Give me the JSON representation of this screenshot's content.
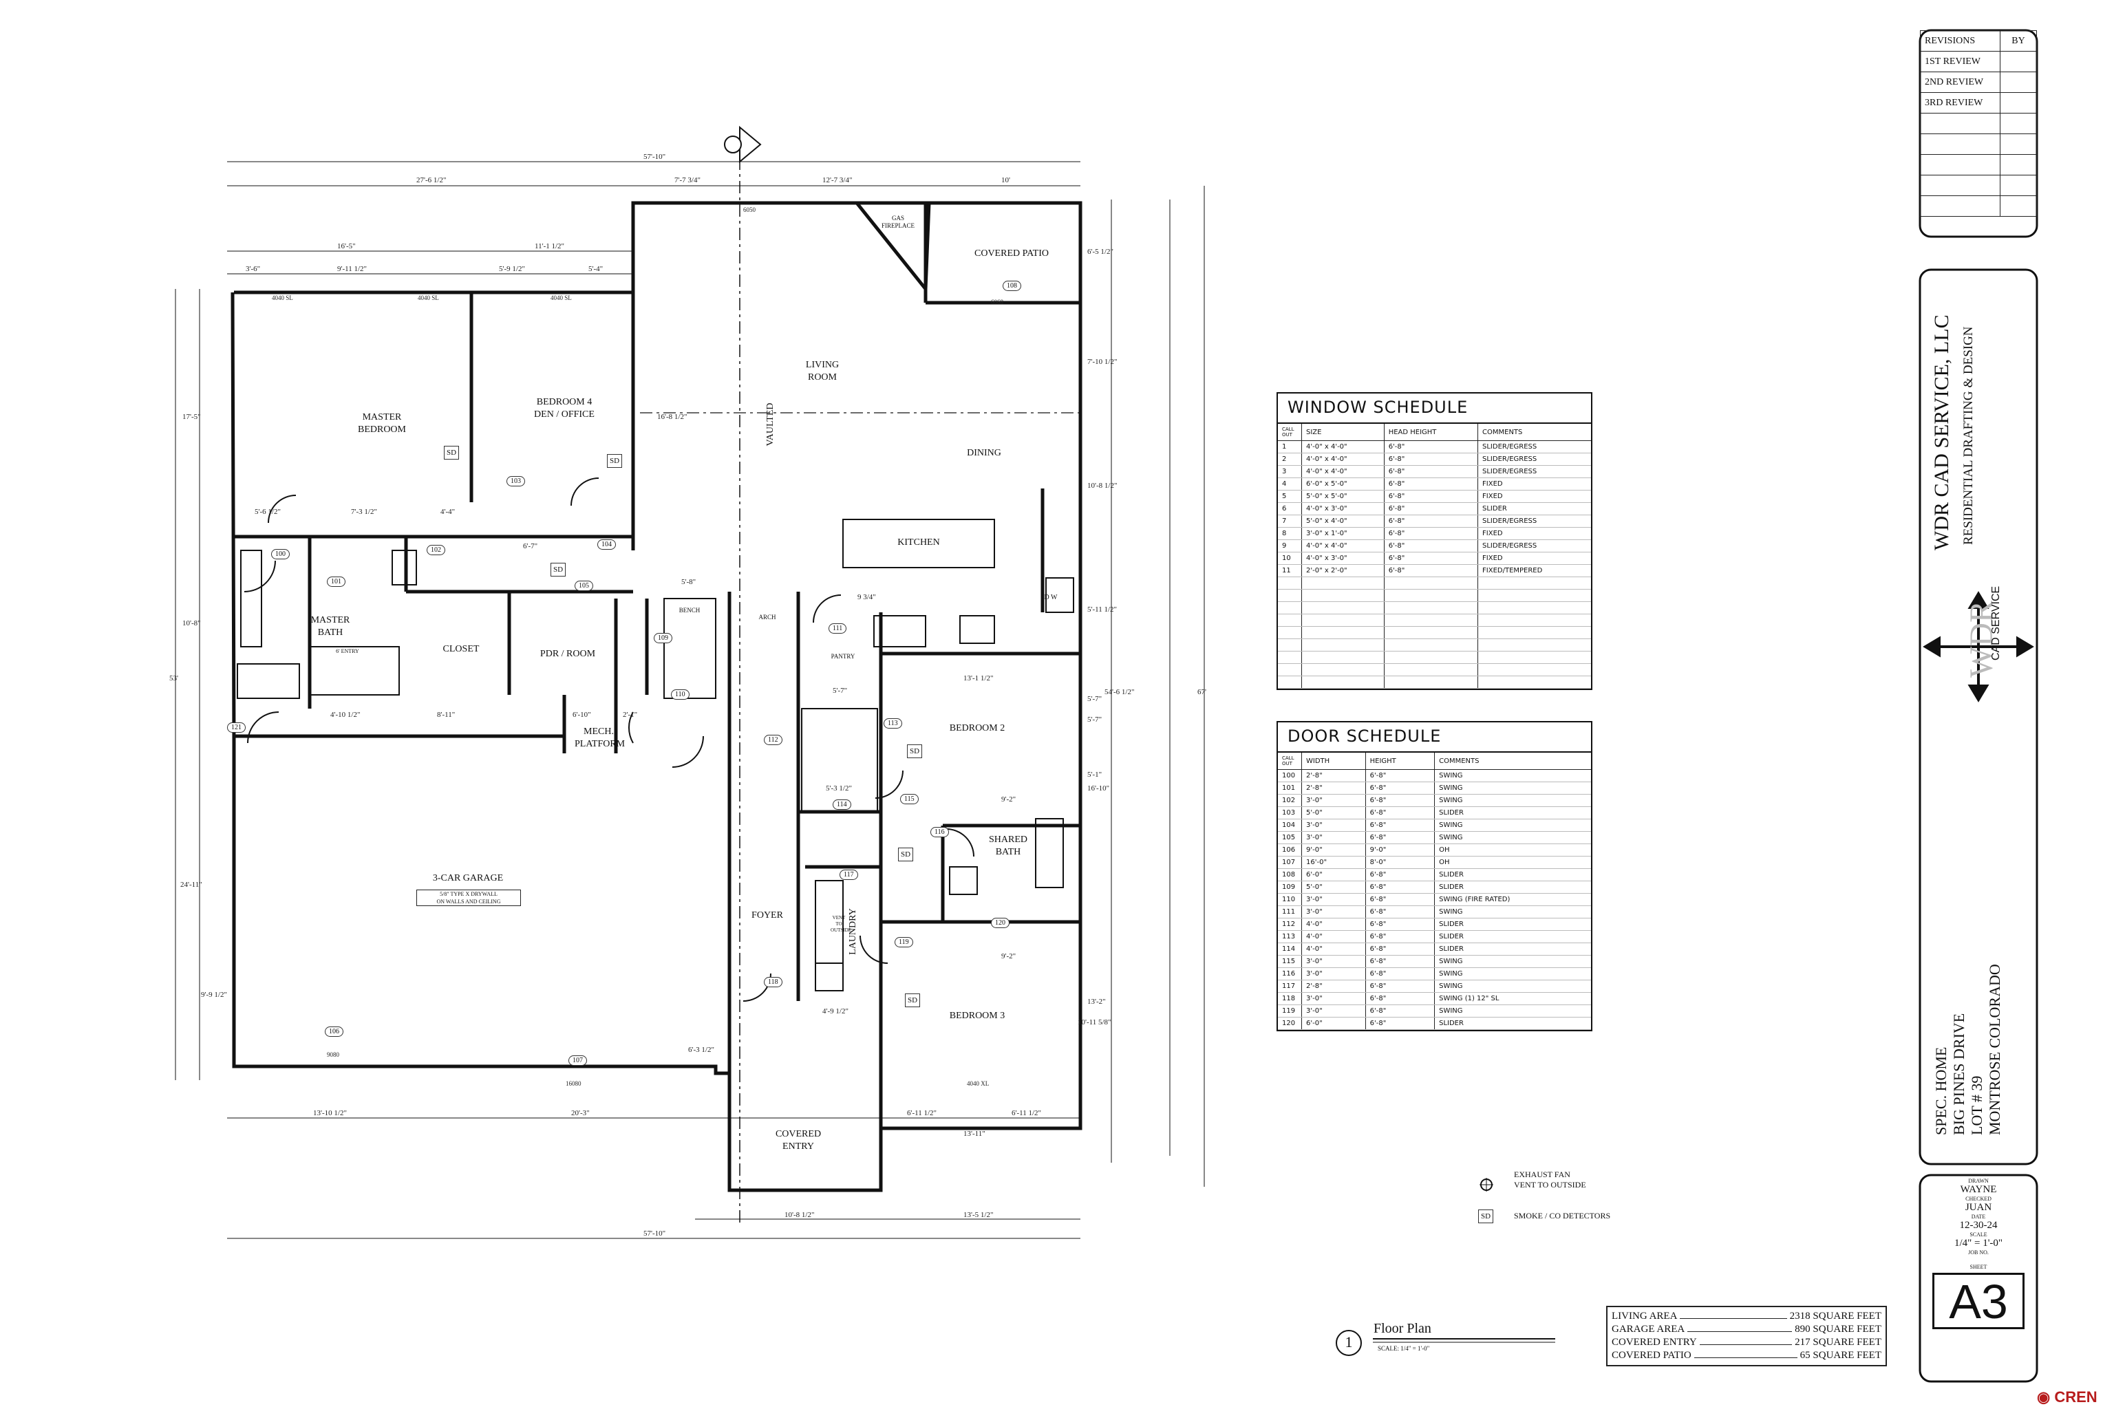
{
  "revisions": {
    "header_left": "REVISIONS",
    "header_right": "BY",
    "rows": [
      "1ST REVIEW",
      "2ND REVIEW",
      "3RD REVIEW",
      "",
      "",
      "",
      "",
      ""
    ]
  },
  "firm": {
    "name": "WDR CAD SERVICE, LLC",
    "tagline": "RESIDENTIAL DRAFTING & DESIGN",
    "logo_text": "CAD SERVICE",
    "logo_letters": "WDR"
  },
  "project": {
    "lines": [
      "SPEC. HOME",
      "BIG PINES DRIVE",
      "LOT # 39",
      "MONTROSE COLORADO"
    ]
  },
  "meta": {
    "drawn_label": "DRAWN",
    "drawn": "WAYNE",
    "checked_label": "CHECKED",
    "checked": "JUAN",
    "date_label": "DATE",
    "date": "12-30-24",
    "scale_label": "SCALE",
    "scale": "1/4\" = 1'-0\"",
    "job_label": "JOB NO.",
    "sheet_label": "SHEET",
    "sheet": "A3"
  },
  "window_schedule": {
    "title": "WINDOW SCHEDULE",
    "headers": [
      "CALL OUT",
      "SIZE",
      "HEAD HEIGHT",
      "COMMENTS"
    ],
    "rows": [
      [
        "1",
        "4'-0\" x 4'-0\"",
        "6'-8\"",
        "SLIDER/EGRESS"
      ],
      [
        "2",
        "4'-0\" x 4'-0\"",
        "6'-8\"",
        "SLIDER/EGRESS"
      ],
      [
        "3",
        "4'-0\" x 4'-0\"",
        "6'-8\"",
        "SLIDER/EGRESS"
      ],
      [
        "4",
        "6'-0\" x 5'-0\"",
        "6'-8\"",
        "FIXED"
      ],
      [
        "5",
        "5'-0\" x 5'-0\"",
        "6'-8\"",
        "FIXED"
      ],
      [
        "6",
        "4'-0\" x 3'-0\"",
        "6'-8\"",
        "SLIDER"
      ],
      [
        "7",
        "5'-0\" x 4'-0\"",
        "6'-8\"",
        "SLIDER/EGRESS"
      ],
      [
        "8",
        "3'-0\" x 1'-0\"",
        "6'-8\"",
        "FIXED"
      ],
      [
        "9",
        "4'-0\" x 4'-0\"",
        "6'-8\"",
        "SLIDER/EGRESS"
      ],
      [
        "10",
        "4'-0\" x 3'-0\"",
        "6'-8\"",
        "FIXED"
      ],
      [
        "11",
        "2'-0\" x 2'-0\"",
        "6'-8\"",
        "FIXED/TEMPERED"
      ],
      [
        "",
        "",
        "",
        ""
      ],
      [
        "",
        "",
        "",
        ""
      ],
      [
        "",
        "",
        "",
        ""
      ],
      [
        "",
        "",
        "",
        ""
      ],
      [
        "",
        "",
        "",
        ""
      ],
      [
        "",
        "",
        "",
        ""
      ],
      [
        "",
        "",
        "",
        ""
      ],
      [
        "",
        "",
        "",
        ""
      ],
      [
        "",
        "",
        "",
        ""
      ]
    ]
  },
  "door_schedule": {
    "title": "DOOR SCHEDULE",
    "headers": [
      "CALL OUT",
      "WIDTH",
      "HEIGHT",
      "COMMENTS"
    ],
    "rows": [
      [
        "100",
        "2'-8\"",
        "6'-8\"",
        "SWING"
      ],
      [
        "101",
        "2'-8\"",
        "6'-8\"",
        "SWING"
      ],
      [
        "102",
        "3'-0\"",
        "6'-8\"",
        "SWING"
      ],
      [
        "103",
        "5'-0\"",
        "6'-8\"",
        "SLIDER"
      ],
      [
        "104",
        "3'-0\"",
        "6'-8\"",
        "SWING"
      ],
      [
        "105",
        "3'-0\"",
        "6'-8\"",
        "SWING"
      ],
      [
        "106",
        "9'-0\"",
        "9'-0\"",
        "OH"
      ],
      [
        "107",
        "16'-0\"",
        "8'-0\"",
        "OH"
      ],
      [
        "108",
        "6'-0\"",
        "6'-8\"",
        "SLIDER"
      ],
      [
        "109",
        "5'-0\"",
        "6'-8\"",
        "SLIDER"
      ],
      [
        "110",
        "3'-0\"",
        "6'-8\"",
        "SWING (FIRE RATED)"
      ],
      [
        "111",
        "3'-0\"",
        "6'-8\"",
        "SWING"
      ],
      [
        "112",
        "4'-0\"",
        "6'-8\"",
        "SLIDER"
      ],
      [
        "113",
        "4'-0\"",
        "6'-8\"",
        "SLIDER"
      ],
      [
        "114",
        "4'-0\"",
        "6'-8\"",
        "SLIDER"
      ],
      [
        "115",
        "3'-0\"",
        "6'-8\"",
        "SWING"
      ],
      [
        "116",
        "3'-0\"",
        "6'-8\"",
        "SWING"
      ],
      [
        "117",
        "2'-8\"",
        "6'-8\"",
        "SWING"
      ],
      [
        "118",
        "3'-0\"",
        "6'-8\"",
        "SWING (1) 12\" SL"
      ],
      [
        "119",
        "3'-0\"",
        "6'-8\"",
        "SWING"
      ],
      [
        "120",
        "6'-0\"",
        "6'-8\"",
        "SLIDER"
      ]
    ]
  },
  "legend": {
    "exhaust": "EXHAUST FAN\nVENT TO OUTSIDE",
    "smoke_symbol": "SD",
    "smoke": "SMOKE / CO DETECTORS"
  },
  "plan_title": {
    "number": "1",
    "title": "Floor Plan",
    "scale": "SCALE: 1/4\" = 1'-0\""
  },
  "areas": [
    {
      "label": "LIVING AREA",
      "value": "2318 SQUARE FEET"
    },
    {
      "label": "GARAGE AREA",
      "value": "890 SQUARE FEET"
    },
    {
      "label": "COVERED ENTRY",
      "value": "217 SQUARE FEET"
    },
    {
      "label": "COVERED PATIO",
      "value": "65 SQUARE FEET"
    }
  ],
  "watermark": "CREN",
  "rooms": {
    "master_bedroom": "MASTER\nBEDROOM",
    "bedroom4": "BEDROOM 4\nDEN / OFFICE",
    "living": "LIVING\nROOM",
    "dining": "DINING",
    "kitchen": "KITCHEN",
    "covered_patio": "COVERED PATIO",
    "gas_fireplace": "GAS\nFIREPLACE",
    "vaulted": "VAULTED",
    "master_bath": "MASTER\nBATH",
    "closet": "CLOSET",
    "pdr": "PDR / ROOM",
    "mech": "MECH.\nPLATFORM",
    "bench": "BENCH",
    "arch": "ARCH",
    "pantry": "PANTRY",
    "bedroom2": "BEDROOM 2",
    "shared_bath": "SHARED\nBATH",
    "bedroom3": "BEDROOM 3",
    "garage": "3-CAR GARAGE",
    "garage_note": "5/8\" TYPE X DRYWALL\nON WALLS AND CEILING",
    "foyer": "FOYER",
    "laundry": "LAUNDRY",
    "covered_entry": "COVERED\nENTRY",
    "vent": "VENT\nTO\nOUTSIDE",
    "shower": "6' ENTRY",
    "dw": "D W"
  },
  "dims": {
    "top_overall": "57'-10\"",
    "bottom_overall": "57'-10\"",
    "right_overall": "67'",
    "left_overall": "53'",
    "right_2": "54'-6 1/2\"",
    "d1": "27'-6 1/2\"",
    "d2": "7'-7 3/4\"",
    "d3": "12'-7 3/4\"",
    "d4": "10'",
    "d5": "16'-5\"",
    "d6": "11'-1 1/2\"",
    "d7": "3'-6\"",
    "d8": "9'-11 1/2\"",
    "d9": "5'-9 1/2\"",
    "d10": "5'-4\"",
    "d11": "5'-6 1/2\"",
    "d12": "7'-3 1/2\"",
    "d13": "4'-4\"",
    "d14": "6'-7\"",
    "d15": "4'-10 1/2\"",
    "d16": "8'-11\"",
    "d17": "6'-10\"",
    "d18": "2'-1\"",
    "d19": "13'-10 1/2\"",
    "d20": "20'-3\"",
    "d21": "10'-8 1/2\"",
    "d22": "13'-5 1/2\"",
    "d23": "13'-1 1/2\"",
    "d24": "9'-2\"",
    "d25": "9'-2\"",
    "d26": "6'-11 1/2\"",
    "d27": "6'-11 1/2\"",
    "d28": "13'-11\"",
    "d29": "5'-7\"",
    "d30": "5'-3 1/2\"",
    "d31": "4'-9 1/2\"",
    "d32": "9 3/4\"",
    "d33": "5'-8\"",
    "d34": "24'-11\"",
    "d35": "17'-5\"",
    "d36": "10'-8\"",
    "d37": "16'-8 1/2\"",
    "d38": "7'-10 1/2\"",
    "d39": "6'-5 1/2\"",
    "d40": "10'-8 1/2\"",
    "d41": "5'-11 1/2\"",
    "d42": "16'-10\"",
    "d43": "13'-2\"",
    "d44": "10'-11 5/8\"",
    "d45": "9'-9 1/2\"",
    "d46": "6'-3 1/2\"",
    "d47": "5'-7\"",
    "d48": "5'-1\"",
    "d49": "5'-7\""
  },
  "door_tags": [
    "100",
    "101",
    "102",
    "103",
    "104",
    "105",
    "106",
    "107",
    "108",
    "109",
    "110",
    "111",
    "112",
    "113",
    "114",
    "115",
    "116",
    "117",
    "118",
    "119",
    "120",
    "121"
  ],
  "window_sizes": {
    "w1": "4040 SL",
    "w2": "4040 SL",
    "w3": "4040 SL",
    "w108": "6068",
    "w106": "9080",
    "w107": "16080",
    "w_bed3": "4040 XL",
    "w_4": "6050"
  }
}
